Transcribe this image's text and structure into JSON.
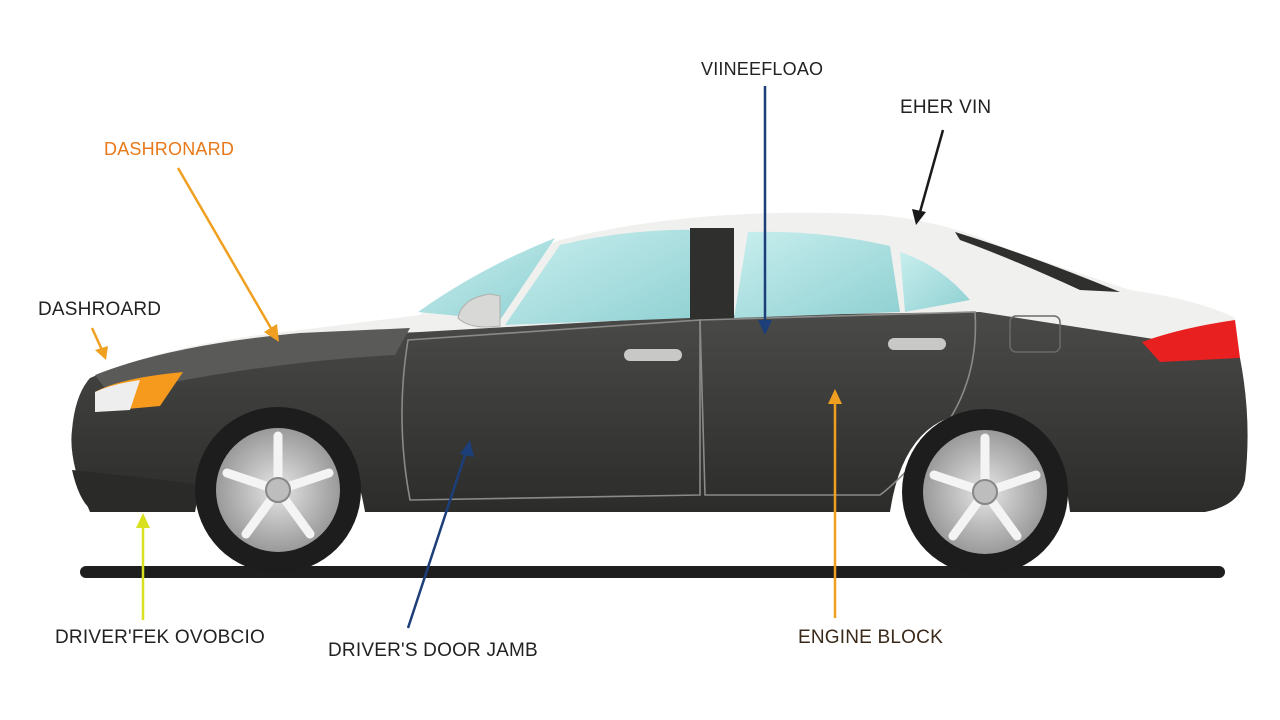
{
  "labels": {
    "dashboard_orange": "DASHRONARD",
    "dashboard_black": "DASHROARD",
    "windshield_vin": "VIINEEFLOAO",
    "other_vin": "EHER VIN",
    "driver_left": "DRIVER'FEK OVOBCIO",
    "door_jamb": "DRIVER'S DOOR JAMB",
    "engine_block": "ENGINE BLOCK"
  },
  "colors": {
    "label_orange": "#e8791a",
    "label_dark": "#222222",
    "label_brown": "#3b2a1a",
    "arrow_orange": "#f0a020",
    "arrow_navy": "#1c3f7a",
    "arrow_black": "#1a1a1a",
    "arrow_yellow": "#d8e020",
    "car_body": "#3a3a38",
    "car_roof": "#f0f0ee",
    "glass": "#a6dede",
    "tail_light": "#e82020",
    "head_light": "#f59a1c"
  }
}
